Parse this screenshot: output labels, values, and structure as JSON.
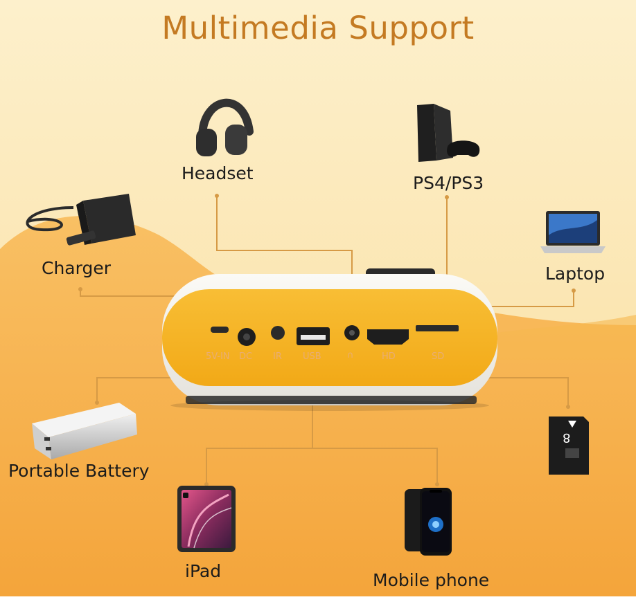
{
  "title": "Multimedia Support",
  "devices": {
    "headset": "Headset",
    "ps": "PS4/PS3",
    "charger": "Charger",
    "laptop": "Laptop",
    "battery": "Portable Battery",
    "ipad": "iPad",
    "phone": "Mobile phone"
  },
  "ports": {
    "p5v": "5V-IN",
    "dc": "DC",
    "ir": "IR",
    "usb": "USB",
    "audio": "∩",
    "hd": "HD",
    "sd": "SD"
  },
  "sdcard": {
    "capacity": "8"
  },
  "colors": {
    "title": "#c47a22",
    "cream": "#fbeac0",
    "orange": "#f7b04a",
    "line": "#d69a45",
    "projector": "#f6b31f"
  }
}
